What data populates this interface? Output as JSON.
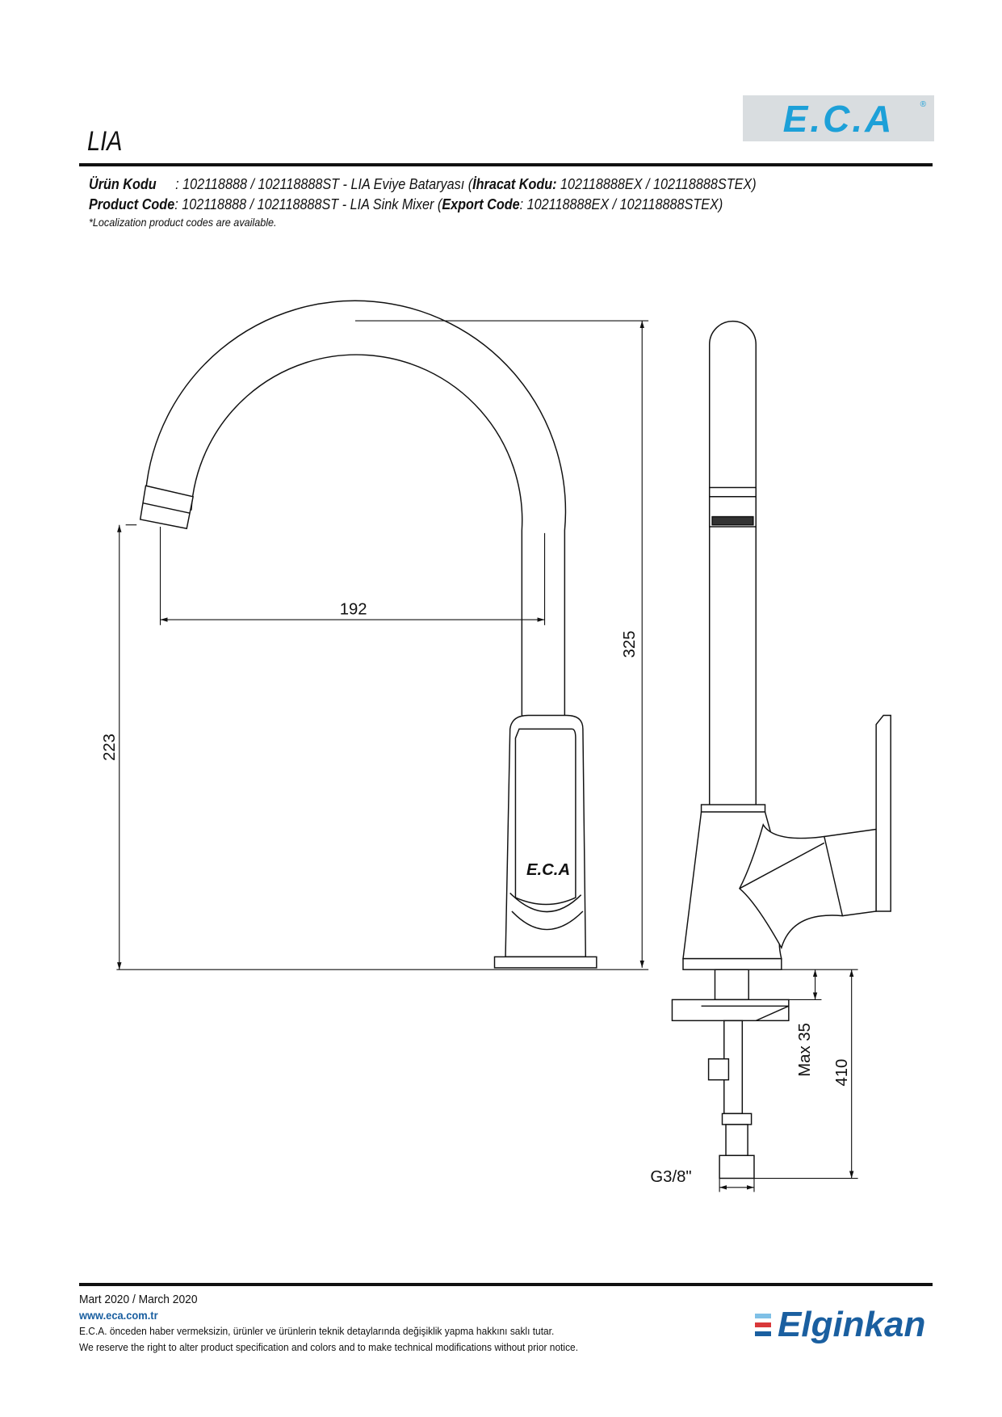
{
  "header": {
    "brand_logo": "E.C.A",
    "title": "LIA"
  },
  "codes": {
    "tr_label": "Ürün Kodu",
    "tr_value": ": 102118888 / 102118888ST - LIA Eviye Bataryası (",
    "tr_export_label": "İhracat Kodu:",
    "tr_export_value": " 102118888EX / 102118888STEX)",
    "en_label": "Product Code",
    "en_value": ": 102118888 / 102118888ST - LIA Sink Mixer (",
    "en_export_label": "Export Code",
    "en_export_value": ": 102118888EX / 102118888STEX)",
    "note": "*Localization product codes are available."
  },
  "drawing": {
    "dim_height": "325",
    "dim_spout_height": "223",
    "dim_reach": "192",
    "dim_max_thickness": "Max 35",
    "dim_total": "410",
    "dim_thread": "G3/8\"",
    "body_logo": "E.C.A"
  },
  "footer": {
    "date": "Mart 2020 / March 2020",
    "website": "www.eca.com.tr",
    "disclaimer_tr": "E.C.A. önceden haber vermeksizin, ürünler ve ürünlerin teknik detaylarında değişiklik yapma hakkını saklı tutar.",
    "disclaimer_en": "We reserve the right to alter product specification and colors and to make technical modifications without prior notice.",
    "company_logo": "Elginkan"
  },
  "colors": {
    "eca_blue": "#1da0d8",
    "logo_bg": "#d9dde0",
    "elginkan_blue": "#1a5fa0",
    "elginkan_red": "#d9383a",
    "elginkan_light": "#7fc0e6"
  }
}
